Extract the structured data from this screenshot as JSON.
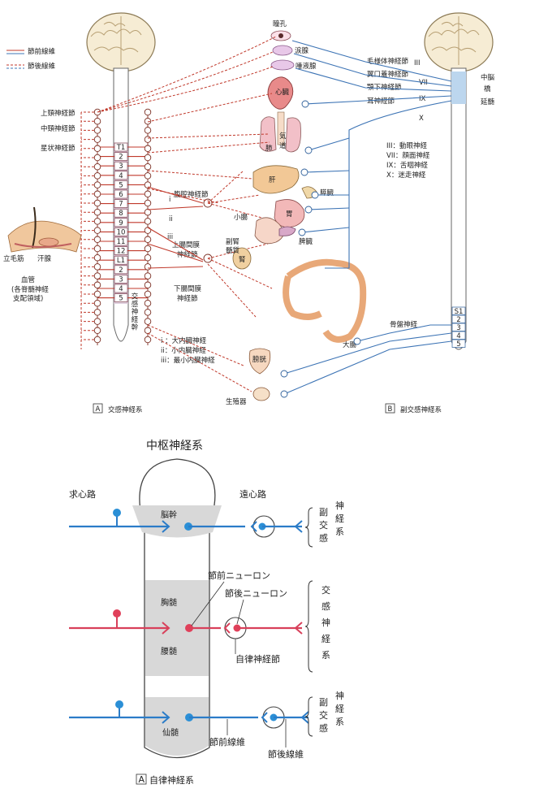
{
  "legend": {
    "pre": "節前線維",
    "post": "節後線維"
  },
  "panelA": {
    "caption_letter": "A",
    "caption": "交感神経系",
    "ganglia": [
      "上頸神経節",
      "中頸神経節",
      "星状神経節"
    ],
    "skin": {
      "muscle": "立毛筋",
      "gland": "汗腺",
      "vessel": "血管",
      "vessel_note1": "(各脊髄神経",
      "vessel_note2": "支配領域)"
    },
    "thoracic": [
      "T1",
      "2",
      "3",
      "4",
      "5",
      "6",
      "7",
      "8",
      "9",
      "10",
      "11",
      "12"
    ],
    "lumbar": [
      "L1",
      "2",
      "3",
      "4",
      "5"
    ],
    "trunk": "交感神経幹",
    "celiac": "腹腔神経節",
    "sup_mes1": "上腸間膜",
    "sup_mes2": "神経節",
    "inf_mes1": "下腸間膜",
    "inf_mes2": "神経節",
    "roman": [
      "i",
      "ii",
      "iii"
    ],
    "notes": [
      "i ：大内臓神経",
      "ii：小内臓神経",
      "iii：最小内臓神経"
    ]
  },
  "organs": {
    "pupil": "瞳孔",
    "lacrimal": "涙腺",
    "salivary": "唾液腺",
    "heart": "心臓",
    "lung": "肺",
    "airway1": "気",
    "airway2": "道",
    "liver": "肝",
    "pancreas": "膵臓",
    "stomach": "胃",
    "small_int": "小腸",
    "adrenal1": "副腎",
    "adrenal2": "髄質",
    "kidney": "腎",
    "spleen": "脾臓",
    "colon": "大腸",
    "bladder": "膀胱",
    "genital": "生殖器"
  },
  "panelB": {
    "caption_letter": "B",
    "caption": "副交感神経系",
    "ganglia": [
      "毛様体神経節",
      "翼口蓋神経節",
      "顎下神経節",
      "耳神経節"
    ],
    "roman": [
      "III",
      "VII",
      "IX",
      "X"
    ],
    "brainstem": [
      "中脳",
      "橋",
      "延髄"
    ],
    "cranial": [
      "III：動眼神経",
      "VII：顔面神経",
      "IX：舌咽神経",
      "X：迷走神経"
    ],
    "sacral": [
      "S1",
      "2",
      "3",
      "4",
      "5"
    ],
    "pelvic": "骨盤神経"
  },
  "schema": {
    "title": "中枢神経系",
    "afferent": "求心路",
    "efferent": "遠心路",
    "brainstem": "脳幹",
    "thoracic": "胸髄",
    "lumbar": "腰髄",
    "sacral": "仙髄",
    "preganglionic_neuron": "節前ニューロン",
    "postganglionic_neuron": "節後ニューロン",
    "autonomic_ganglion": "自律神経節",
    "preganglionic_fiber": "節前線維",
    "postganglionic_fiber": "節後線維",
    "para_top": [
      "副",
      "交",
      "感",
      "神",
      "経",
      "系"
    ],
    "symp": [
      "交",
      "感",
      "神",
      "経",
      "系"
    ],
    "para_bottom": [
      "副",
      "交",
      "感",
      "神",
      "経",
      "系"
    ],
    "caption_letter": "A",
    "caption": "自律神経系"
  },
  "colors": {
    "sympathetic": "#c0392b",
    "parasympathetic": "#3d74b5",
    "dot_red": "#e0405a",
    "dot_blue": "#2b8fd6",
    "cord": "#d9d9d9",
    "brain": "#f3e6c8"
  }
}
